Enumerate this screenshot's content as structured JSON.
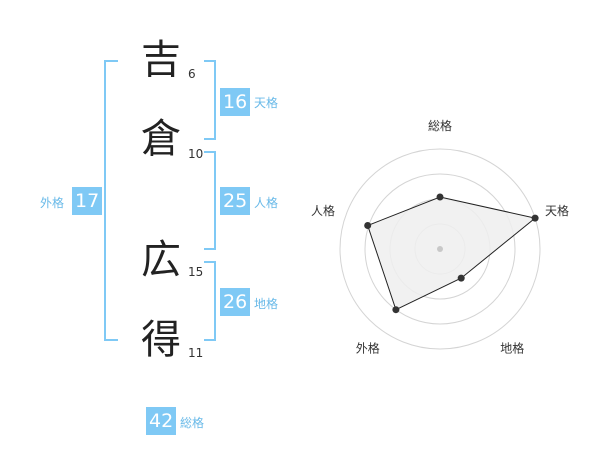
{
  "name": {
    "chars": [
      {
        "char": "吉",
        "strokes": "6"
      },
      {
        "char": "倉",
        "strokes": "10"
      },
      {
        "char": "広",
        "strokes": "15"
      },
      {
        "char": "得",
        "strokes": "11"
      }
    ]
  },
  "fortunes": {
    "tenkaku": {
      "value": "16",
      "label": "天格"
    },
    "jinkaku": {
      "value": "25",
      "label": "人格"
    },
    "chikaku": {
      "value": "26",
      "label": "地格"
    },
    "gaikaku": {
      "value": "17",
      "label": "外格"
    },
    "soukaku": {
      "value": "42",
      "label": "総格"
    }
  },
  "colors": {
    "accent": "#7fc9f5",
    "accent_text": "#68b9e8"
  },
  "chart_data": {
    "type": "radar",
    "axes": [
      "総格",
      "天格",
      "地格",
      "外格",
      "人格"
    ],
    "values": [
      0.52,
      1.0,
      0.36,
      0.75,
      0.76
    ],
    "rmax": 1,
    "rings": 4,
    "fill": "#efefef",
    "line": "#222222"
  }
}
